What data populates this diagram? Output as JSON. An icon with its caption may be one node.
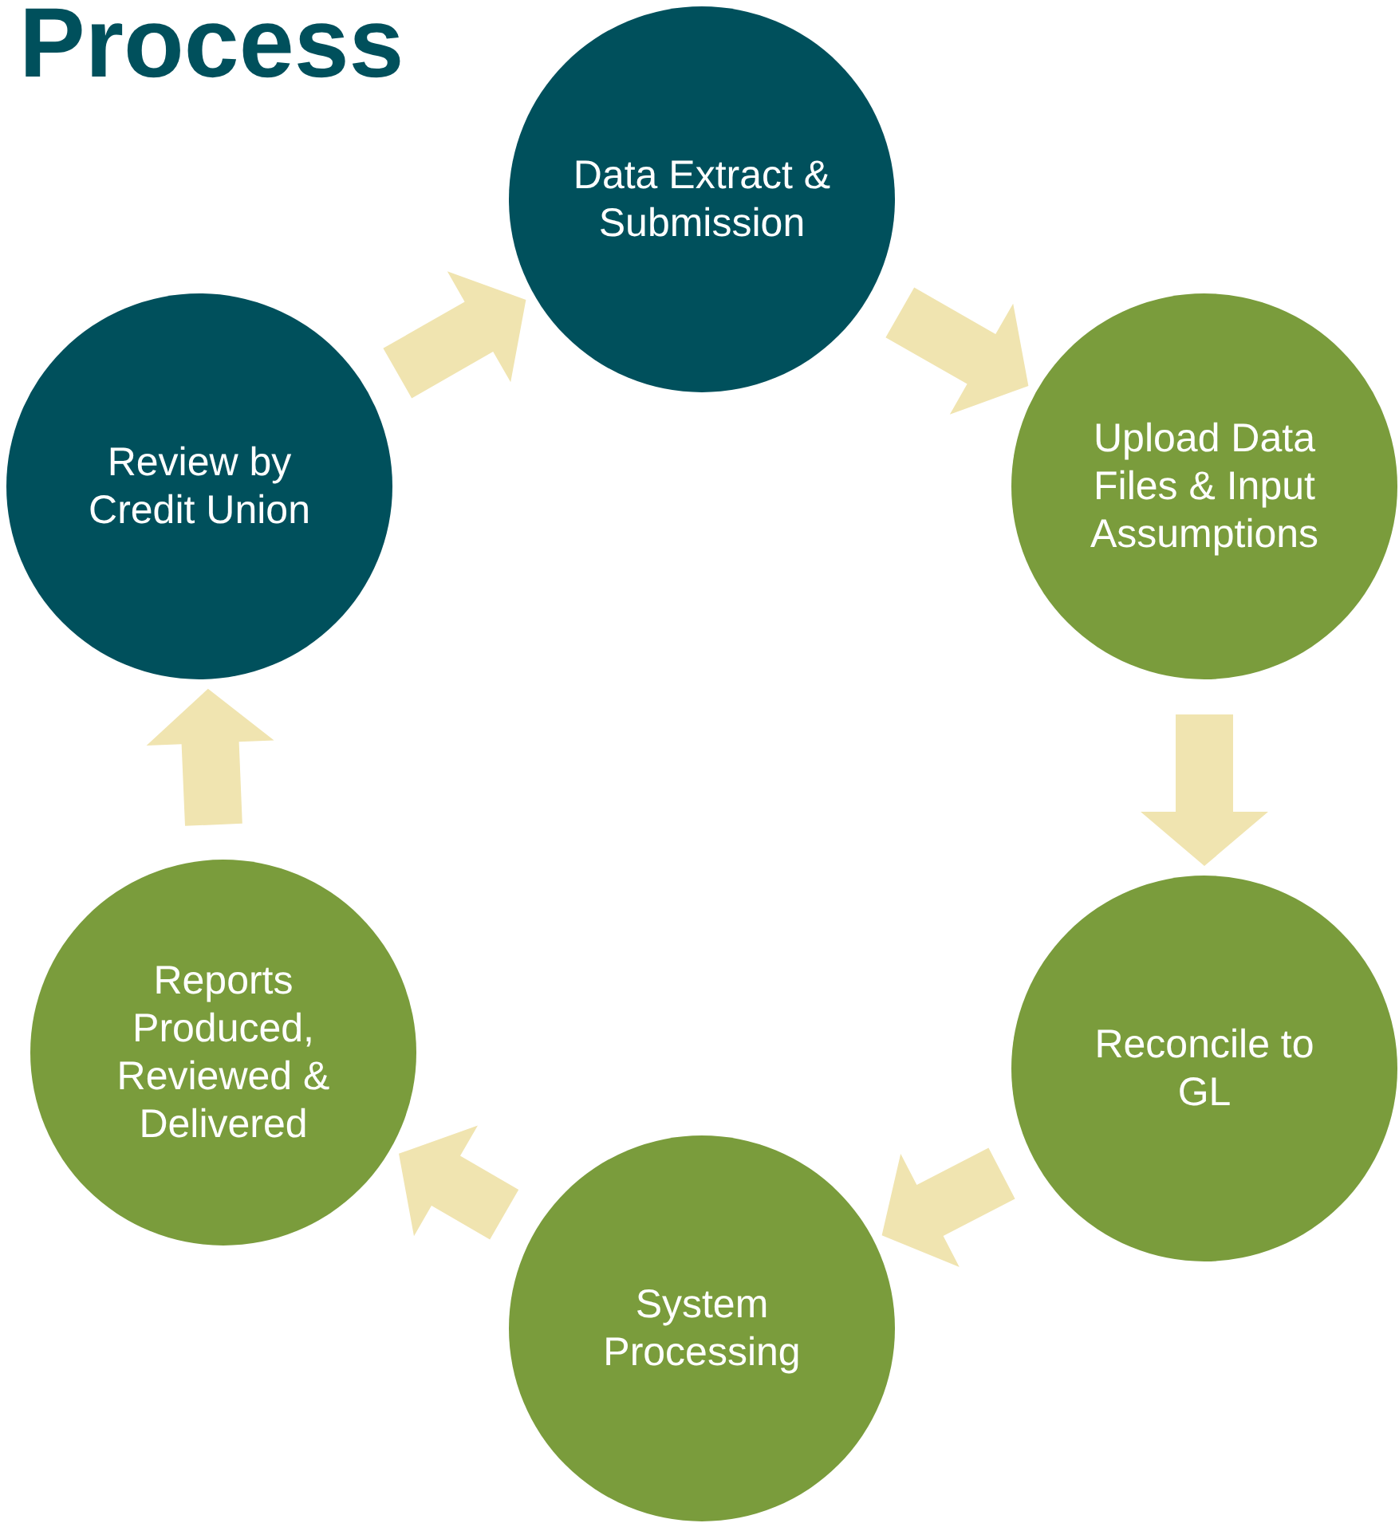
{
  "diagram": {
    "title": "Process",
    "nodes": [
      {
        "text": [
          "Data Extract & Submission"
        ]
      },
      {
        "text": [
          "Upload Data Files & Input Assumptions"
        ]
      },
      {
        "text": [
          "Reconcile to GL"
        ]
      },
      {
        "text": [
          "System Processing"
        ]
      },
      {
        "text": [
          "Reports Produced, Reviewed & Delivered"
        ]
      },
      {
        "text": [
          "Review by Credit Union"
        ]
      }
    ],
    "edges": [
      {
        "from": 0,
        "to": 1,
        "arrow": "to"
      },
      {
        "from": 1,
        "to": 2,
        "arrow": "to"
      },
      {
        "from": 2,
        "to": 3,
        "arrow": "to"
      },
      {
        "from": 3,
        "to": 4,
        "arrow": "to"
      },
      {
        "from": 4,
        "to": 5,
        "arrow": "to"
      },
      {
        "from": 5,
        "to": 0,
        "arrow": "to"
      }
    ]
  }
}
